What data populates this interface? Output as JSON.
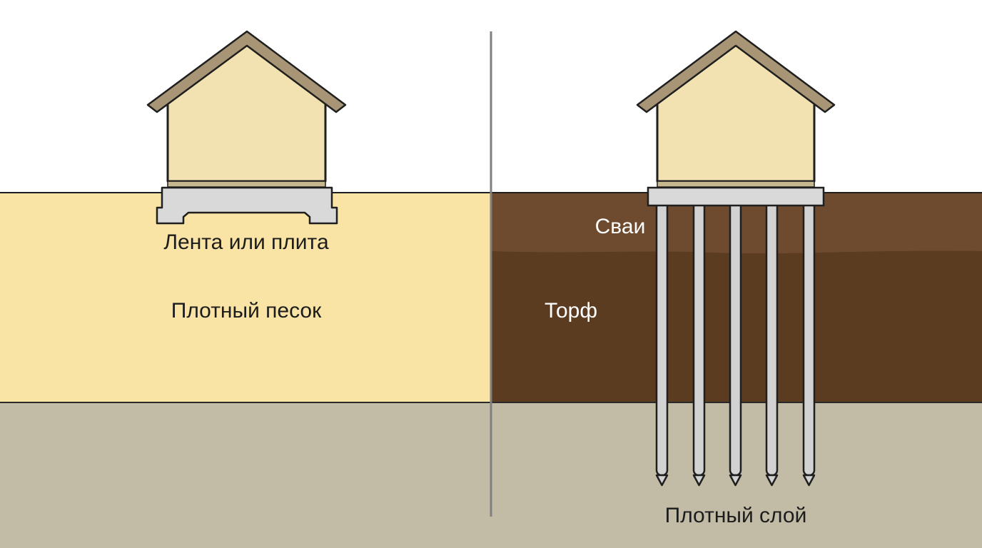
{
  "left_panel": {
    "foundation_label": "Лента или плита",
    "soil_label": "Плотный песок"
  },
  "right_panel": {
    "piles_label": "Сваи",
    "peat_label": "Торф",
    "dense_layer_label": "Плотный слой"
  },
  "colors": {
    "sky": "#ffffff",
    "sand": "#f9e4a6",
    "bedrock": "#c2bca6",
    "peat_upper": "#6e4a2e",
    "peat_lower": "#5b3c21",
    "house_wall": "#f3e2b1",
    "roof": "#a79576",
    "concrete": "#d9d9d9",
    "outline": "#1f1f1f",
    "divider": "#808080"
  }
}
